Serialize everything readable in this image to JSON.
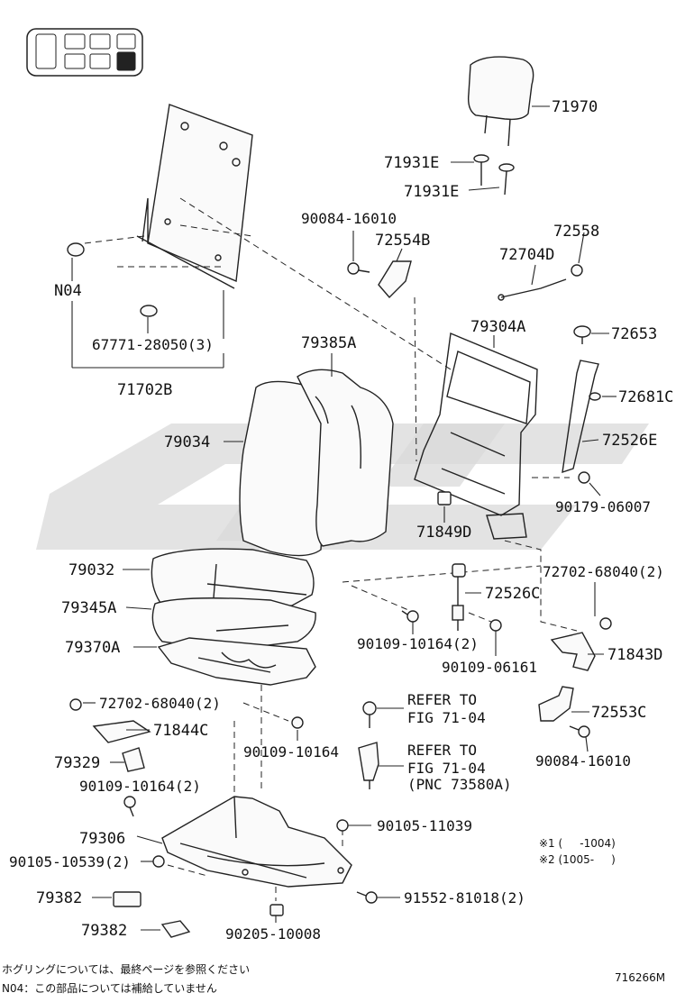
{
  "locator": {
    "icon": "vehicle-seat-locator-icon"
  },
  "labels": {
    "p71970": "71970",
    "p71931E_a": "71931E",
    "p71931E_b": "71931E",
    "p90084_16010_top": "90084-16010",
    "p72554B": "72554B",
    "p72558": "72558",
    "p72704D": "72704D",
    "pN04": "N04",
    "p67771": "67771-28050(3)",
    "p71702B": "71702B",
    "p79304A": "79304A",
    "p79385A": "79385A",
    "p72653": "72653",
    "p72681C": "72681C",
    "p79034": "79034",
    "p72526E": "72526E",
    "p90179": "90179-06007",
    "p71849D": "71849D",
    "p79032": "79032",
    "p72702_right": "72702-68040(2)",
    "p72526C": "72526C",
    "p79345A": "79345A",
    "p90109_10164_2_mid": "90109-10164(2)",
    "p71843D": "71843D",
    "p79370A": "79370A",
    "p90109_06161": "90109-06161",
    "p72702_left": "72702-68040(2)",
    "refer1_line1": "REFER TO",
    "refer1_line2": "FIG 71-04",
    "p72553C": "72553C",
    "p71844C": "71844C",
    "p90109_10164": "90109-10164",
    "refer2_line1": "REFER TO",
    "refer2_line2": "FIG 71-04",
    "refer2_line3": "(PNC 73580A)",
    "p90084_16010_bot": "90084-16010",
    "p79329": "79329",
    "p90109_10164_2_left": "90109-10164(2)",
    "p79306": "79306",
    "p90105_11039": "90105-11039",
    "p90105_10539": "90105-10539(2)",
    "p79382_a": "79382",
    "p91552": "91552-81018(2)",
    "p79382_b": "79382",
    "p90205": "90205-10008"
  },
  "footnotes": {
    "note1": "※1 (     -1004)",
    "note2": "※2 (1005-     )",
    "jp1": "ホグリングについては、最終ページを参照ください",
    "jp2": "N04：この部品については補給していません",
    "fig_code": "716266M"
  }
}
